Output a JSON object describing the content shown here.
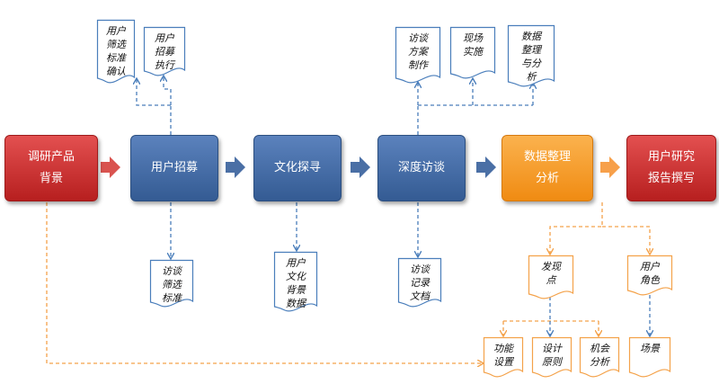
{
  "colors": {
    "main_red": "#c62828",
    "main_blue": "#3f67a0",
    "main_orange": "#f5961f",
    "connector_blue": "#4a7ebb",
    "connector_orange": "#f4a24a",
    "block_arrow_red": "#d9534f",
    "block_arrow_blue": "#4a6fa5",
    "block_arrow_orange": "#f7a04a"
  },
  "flow": [
    {
      "id": "bg",
      "lines": [
        "调研产品",
        "背景"
      ],
      "color": "red"
    },
    {
      "id": "recruit",
      "lines": [
        "用户招募"
      ],
      "color": "blue"
    },
    {
      "id": "culture",
      "lines": [
        "文化探寻"
      ],
      "color": "blue"
    },
    {
      "id": "interview",
      "lines": [
        "深度访谈"
      ],
      "color": "blue"
    },
    {
      "id": "analysis",
      "lines": [
        "数据整理",
        "分析"
      ],
      "color": "orange"
    },
    {
      "id": "report",
      "lines": [
        "用户研究",
        "报告撰写"
      ],
      "color": "red"
    }
  ],
  "docs": {
    "recruit_top": [
      {
        "id": "screen-confirm",
        "lines": [
          "用户",
          "筛选",
          "标准",
          "确认"
        ]
      },
      {
        "id": "recruit-exec",
        "lines": [
          "用户",
          "招募",
          "执行"
        ]
      }
    ],
    "recruit_bottom": {
      "id": "interview-screen",
      "lines": [
        "访谈",
        "筛选",
        "标准"
      ]
    },
    "culture_bottom": {
      "id": "culture-bg",
      "lines": [
        "用户",
        "文化",
        "背景",
        "数据"
      ]
    },
    "interview_top": [
      {
        "id": "plan-make",
        "lines": [
          "访谈",
          "方案",
          "制作"
        ]
      },
      {
        "id": "field-run",
        "lines": [
          "现场",
          "实施"
        ]
      },
      {
        "id": "data-sort",
        "lines": [
          "数据",
          "整理",
          "与分",
          "析"
        ]
      }
    ],
    "interview_bottom": {
      "id": "interview-record",
      "lines": [
        "访谈",
        "记录",
        "文档"
      ]
    },
    "findings": {
      "id": "findings",
      "lines": [
        "发现",
        "点"
      ]
    },
    "roles": {
      "id": "roles",
      "lines": [
        "用户",
        "角色"
      ]
    },
    "outputs": [
      {
        "id": "function-setup",
        "lines": [
          "功能",
          "设置"
        ]
      },
      {
        "id": "design-principle",
        "lines": [
          "设计",
          "原则"
        ]
      },
      {
        "id": "opportunity",
        "lines": [
          "机会",
          "分析"
        ]
      }
    ],
    "scenario": {
      "id": "scenario",
      "lines": [
        "场景"
      ]
    }
  }
}
